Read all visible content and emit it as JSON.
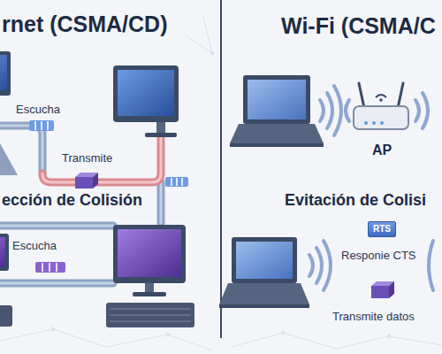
{
  "diagram": {
    "nodes": [
      {
        "text": [
          "rnet (CSMA/CD)"
        ]
      },
      {
        "text": [
          "Wi-Fi (CSMA/C"
        ]
      },
      {
        "text": [
          "RTS"
        ],
        "in": 1
      }
    ],
    "labels": [
      "Escucha",
      "Transmite",
      "ección de Colisión",
      "Escucha",
      "AP",
      "Evitación de Colisi",
      "Responie CTS",
      "Transmite datos"
    ]
  }
}
